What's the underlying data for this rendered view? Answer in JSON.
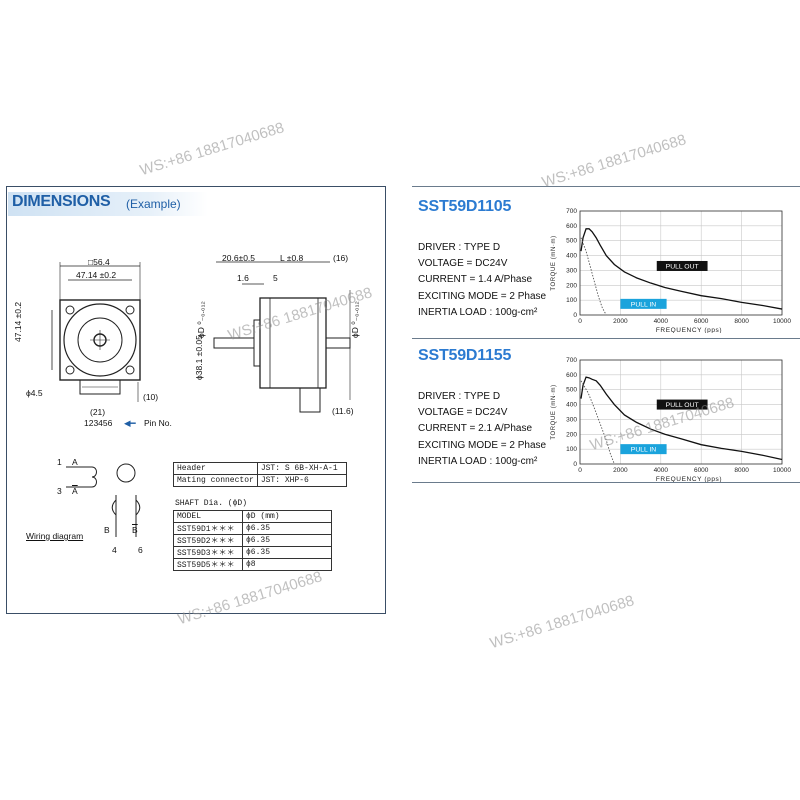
{
  "watermark": "WS:+86 18817040688",
  "dimensions": {
    "title": "DIMENSIONS",
    "subtitle": "(Example)",
    "front_square": "□56.4",
    "front_width": "47.14 ±0.2",
    "front_height": "47.14 ±0.2",
    "hole_dia": "ϕ4.5",
    "conn_width": "(21)",
    "conn_side": "(10)",
    "pin_numbers": "123456",
    "pin_label": "Pin No.",
    "side_top_a": "20.6±0.5",
    "side_top_b": "L ±0.8",
    "side_top_c": "(16)",
    "side_b": "1.6",
    "side_c": "5",
    "side_pilot": "ϕ38.1 ±0.05",
    "side_shaft_left": "ϕD ⁰₋₀.₀₁₂",
    "side_shaft_right": "ϕD ⁰₋₀.₀₁₂",
    "side_bottom": "(11.6)"
  },
  "wiring": {
    "label": "Wiring diagram",
    "a": "A",
    "a_bar": "A",
    "b": "B",
    "b_bar": "B",
    "pin1": "1",
    "pin3": "3",
    "pin4": "4",
    "pin6": "6"
  },
  "header_table": {
    "rows": [
      [
        "Header",
        "JST: S 6B-XH-A-1"
      ],
      [
        "Mating connector",
        "JST: XHP-6"
      ]
    ]
  },
  "shaft_table": {
    "title": "SHAFT Dia. (ϕD)",
    "header": [
      "MODEL",
      "ϕD (mm)"
    ],
    "rows": [
      [
        "SST59D1＊＊＊",
        "ϕ6.35"
      ],
      [
        "SST59D2＊＊＊",
        "ϕ6.35"
      ],
      [
        "SST59D3＊＊＊",
        "ϕ6.35"
      ],
      [
        "SST59D5＊＊＊",
        "ϕ8"
      ]
    ]
  },
  "models": [
    {
      "name": "SST59D1105",
      "specs": [
        "DRIVER : TYPE D",
        "VOLTAGE = DC24V",
        "CURRENT = 1.4 A/Phase",
        "EXCITING MODE = 2 Phase",
        "INERTIA LOAD : 100g-cm²"
      ]
    },
    {
      "name": "SST59D1155",
      "specs": [
        "DRIVER : TYPE D",
        "VOLTAGE = DC24V",
        "CURRENT = 2.1 A/Phase",
        "EXCITING MODE = 2 Phase",
        "INERTIA LOAD : 100g-cm²"
      ]
    }
  ],
  "chart_data": [
    {
      "type": "line",
      "xlabel": "FREQUENCY",
      "xunit": "(pps)",
      "ylabel": "TORQUE (mN·m)",
      "xlim": [
        0,
        10000
      ],
      "ylim": [
        0,
        700
      ],
      "xticks": [
        0,
        2000,
        4000,
        6000,
        8000,
        10000
      ],
      "yticks": [
        0,
        100,
        200,
        300,
        400,
        500,
        600,
        700
      ],
      "grid": true,
      "series": [
        {
          "name": "PULL OUT",
          "style": "solid",
          "color": "#111111",
          "x": [
            50,
            150,
            300,
            450,
            600,
            800,
            1000,
            1300,
            1700,
            2200,
            2800,
            3500,
            4200,
            5000,
            6000,
            7000,
            8000,
            9000,
            10000
          ],
          "y": [
            430,
            520,
            580,
            580,
            560,
            520,
            470,
            400,
            340,
            290,
            250,
            215,
            185,
            160,
            130,
            110,
            85,
            65,
            40
          ]
        },
        {
          "name": "PULL IN",
          "style": "dotted",
          "color": "#555555",
          "x": [
            50,
            300,
            500,
            700,
            900,
            1100,
            1300
          ],
          "y": [
            520,
            430,
            330,
            230,
            130,
            50,
            0
          ]
        }
      ],
      "annotations": [
        {
          "text": "PULL OUT",
          "bg": "#111111",
          "fg": "#ffffff",
          "x": 3800,
          "y": 330
        },
        {
          "text": "PULL IN",
          "bg": "#1aa3dc",
          "fg": "#ffffff",
          "x": 2000,
          "y": 75
        }
      ]
    },
    {
      "type": "line",
      "xlabel": "FREQUENCY",
      "xunit": "(pps)",
      "ylabel": "TORQUE (mN·m)",
      "xlim": [
        0,
        10000
      ],
      "ylim": [
        0,
        700
      ],
      "xticks": [
        0,
        2000,
        4000,
        6000,
        8000,
        10000
      ],
      "yticks": [
        0,
        100,
        200,
        300,
        400,
        500,
        600,
        700
      ],
      "grid": true,
      "series": [
        {
          "name": "PULL OUT",
          "style": "solid",
          "color": "#111111",
          "x": [
            50,
            150,
            300,
            450,
            600,
            800,
            1000,
            1300,
            1700,
            2200,
            2800,
            3500,
            4200,
            5000,
            6000,
            7000,
            8000,
            9000,
            10000
          ],
          "y": [
            440,
            530,
            585,
            580,
            570,
            560,
            530,
            470,
            400,
            330,
            280,
            235,
            200,
            170,
            130,
            105,
            85,
            60,
            30
          ]
        },
        {
          "name": "PULL IN",
          "style": "dotted",
          "color": "#555555",
          "x": [
            50,
            400,
            700,
            1000,
            1300,
            1500,
            1700
          ],
          "y": [
            560,
            480,
            380,
            270,
            160,
            70,
            0
          ]
        }
      ],
      "annotations": [
        {
          "text": "PULL OUT",
          "bg": "#111111",
          "fg": "#ffffff",
          "x": 3800,
          "y": 400
        },
        {
          "text": "PULL IN",
          "bg": "#1aa3dc",
          "fg": "#ffffff",
          "x": 2000,
          "y": 100
        }
      ]
    }
  ]
}
